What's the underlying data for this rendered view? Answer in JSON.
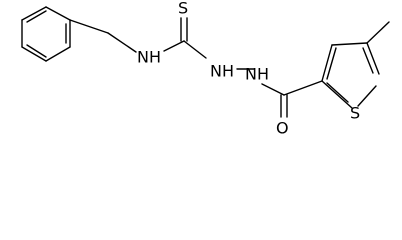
{
  "molecule": {
    "atoms": {
      "sulfur_thione": "S",
      "nitrogen_benzyl_nh": "NH",
      "nitrogen_hydrazide_1": "NH",
      "nitrogen_hydrazide_2": "NH",
      "oxygen_carbonyl": "O",
      "sulfur_thiophene": "S"
    }
  }
}
